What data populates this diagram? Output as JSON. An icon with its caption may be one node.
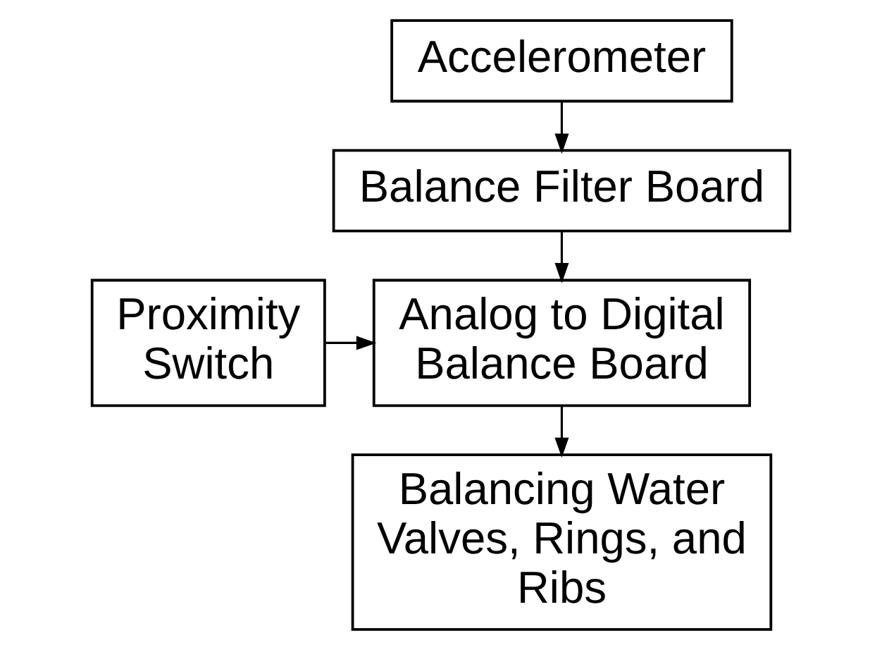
{
  "diagram": {
    "nodes": [
      {
        "text": [
          "Accelerometer"
        ]
      },
      {
        "text": [
          "Balance Filter Board"
        ]
      },
      {
        "text": [
          "Proximity Switch"
        ]
      },
      {
        "text": [
          "Analog to Digital Balance Board"
        ]
      },
      {
        "text": [
          "Balancing Water Valves, Rings, and Ribs"
        ]
      }
    ],
    "edges": [
      {
        "from": 0,
        "to": 1,
        "arrow": "to"
      },
      {
        "from": 1,
        "to": 3,
        "arrow": "to"
      },
      {
        "from": 2,
        "to": 3,
        "arrow": "to"
      },
      {
        "from": 3,
        "to": 4,
        "arrow": "to"
      }
    ]
  }
}
